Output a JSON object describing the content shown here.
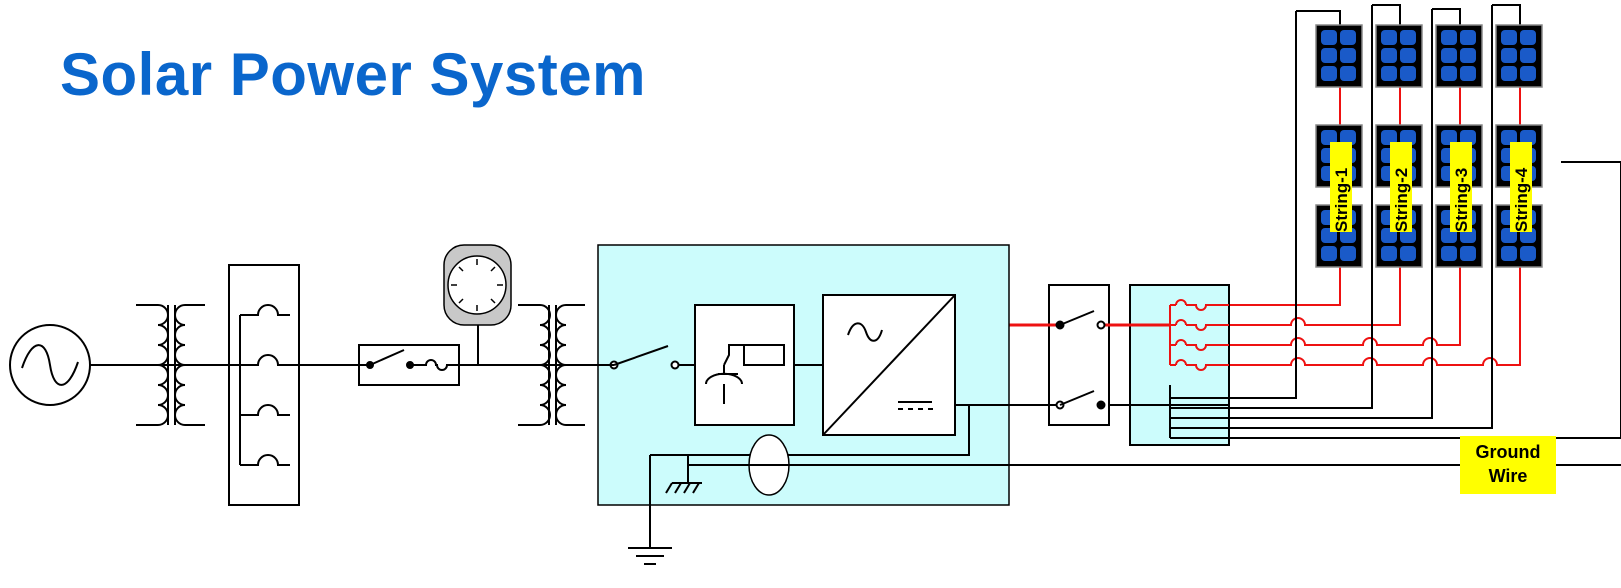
{
  "title": "Solar Power System",
  "strings": [
    {
      "label": "String-1"
    },
    {
      "label": "String-2"
    },
    {
      "label": "String-3"
    },
    {
      "label": "String-4"
    }
  ],
  "ground_label": {
    "line1": "Ground",
    "line2": "Wire"
  },
  "colors": {
    "title": "#0a66cc",
    "inverter_box": "#ccfcfc",
    "dc_positive": "#ee1111",
    "label_bg": "#ffff00",
    "panel_cell": "#1a5ac8",
    "meter_bezel": "#c8c8c8"
  }
}
